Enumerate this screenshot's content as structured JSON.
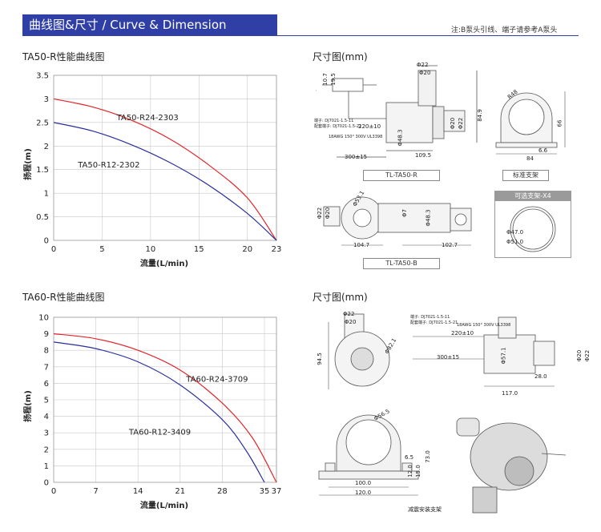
{
  "header": {
    "title": "曲线图&尺寸 / Curve & Dimension",
    "note": "注:B泵头引线、端子请参考A泵头"
  },
  "sections": {
    "ta50_curve_title": "TA50-R性能曲线图",
    "ta60_curve_title": "TA60-R性能曲线图",
    "dim_title_top": "尺寸图(mm)",
    "dim_title_bottom": "尺寸图(mm)"
  },
  "colors": {
    "banner": "#2f3fa6",
    "red_series": "#e0262b",
    "blue_series": "#2b2f9c",
    "grid": "#c8c8c8"
  },
  "chart_data": [
    {
      "type": "line",
      "xlabel": "流量(L/min)",
      "ylabel": "扬程(m)",
      "xlim": [
        0,
        23
      ],
      "ylim": [
        0,
        3.5
      ],
      "xticks": [
        0,
        5,
        10,
        15,
        20,
        23
      ],
      "yticks": [
        0,
        0.5,
        1,
        1.5,
        2,
        2.5,
        3,
        3.5
      ],
      "grid": true,
      "series": [
        {
          "name": "TA50-R24-2303",
          "color": "#e0262b",
          "x": [
            0,
            4,
            8,
            12,
            16,
            20,
            23
          ],
          "y": [
            3.0,
            2.83,
            2.55,
            2.15,
            1.6,
            0.9,
            0.0
          ]
        },
        {
          "name": "TA50-R12-2302",
          "color": "#2b2f9c",
          "x": [
            0,
            4,
            8,
            12,
            16,
            20,
            23
          ],
          "y": [
            2.5,
            2.32,
            2.03,
            1.65,
            1.17,
            0.57,
            0.0
          ]
        }
      ]
    },
    {
      "type": "line",
      "xlabel": "流量(L/min)",
      "ylabel": "扬程(m)",
      "xlim": [
        0,
        37
      ],
      "ylim": [
        0,
        10
      ],
      "xticks": [
        0,
        7,
        14,
        21,
        28,
        35,
        37
      ],
      "yticks": [
        0,
        1,
        2,
        3,
        4,
        5,
        6,
        7,
        8,
        9,
        10
      ],
      "grid": true,
      "series": [
        {
          "name": "TA60-R24-3709",
          "color": "#e0262b",
          "x": [
            0,
            7,
            14,
            21,
            28,
            33,
            37
          ],
          "y": [
            9.0,
            8.7,
            8.0,
            6.8,
            4.8,
            2.7,
            0.0
          ]
        },
        {
          "name": "TA60-R12-3409",
          "color": "#2b2f9c",
          "x": [
            0,
            7,
            14,
            21,
            28,
            32,
            35
          ],
          "y": [
            8.5,
            8.1,
            7.3,
            5.9,
            3.8,
            1.9,
            0.0
          ]
        }
      ]
    }
  ],
  "dims_top": {
    "d22": "Φ22",
    "d20": "Φ20",
    "h107": "10.7",
    "h195": "19.5",
    "term1": "端子: DJ7021-1.5-11",
    "term2": "配套端子: DJ7021-1.5-21",
    "cable": "18AWG 150° 300V UL3398",
    "w220": "220±10",
    "d483": "Φ48.3",
    "w1095": "109.5",
    "w300": "300±15",
    "h849": "84.9",
    "d20b": "Φ20",
    "d22b": "Φ22",
    "model_a": "TL-TA50-R",
    "bracket_label": "标准支架",
    "bracket_r": "R48",
    "bracket_h": "66",
    "bracket_66": "6.6",
    "bracket_w": "84",
    "d22c": "Φ22",
    "d20c": "Φ20",
    "d531": "Φ53.1",
    "d7": "Φ7",
    "w1047": "104.7",
    "w1027": "102.7",
    "d483b": "Φ48.3",
    "model_b": "TL-TA50-B",
    "opt_label": "可选支架-X4",
    "opt_d470": "Φ47.0",
    "opt_d510": "Φ51.0"
  },
  "dims_bottom": {
    "d22": "Φ22",
    "d20": "Φ20",
    "term1": "端子: DJ7021-1.5-11",
    "term2": "配套端子: DJ7021-1.5-21",
    "cable": "18AWG 150° 300V UL3398",
    "w220": "220±10",
    "w300": "300±15",
    "h945": "94.5",
    "d821": "Φ82.1",
    "d571": "Φ57.1",
    "w280": "28.0",
    "w1170": "117.0",
    "d20b": "Φ20",
    "d22b": "Φ22",
    "d565": "Φ56.5",
    "h65": "6.5",
    "h120": "12.0",
    "h150": "15.0",
    "h730": "73.0",
    "w1000": "100.0",
    "w1200": "120.0",
    "mount_label": "减震安装支架"
  }
}
